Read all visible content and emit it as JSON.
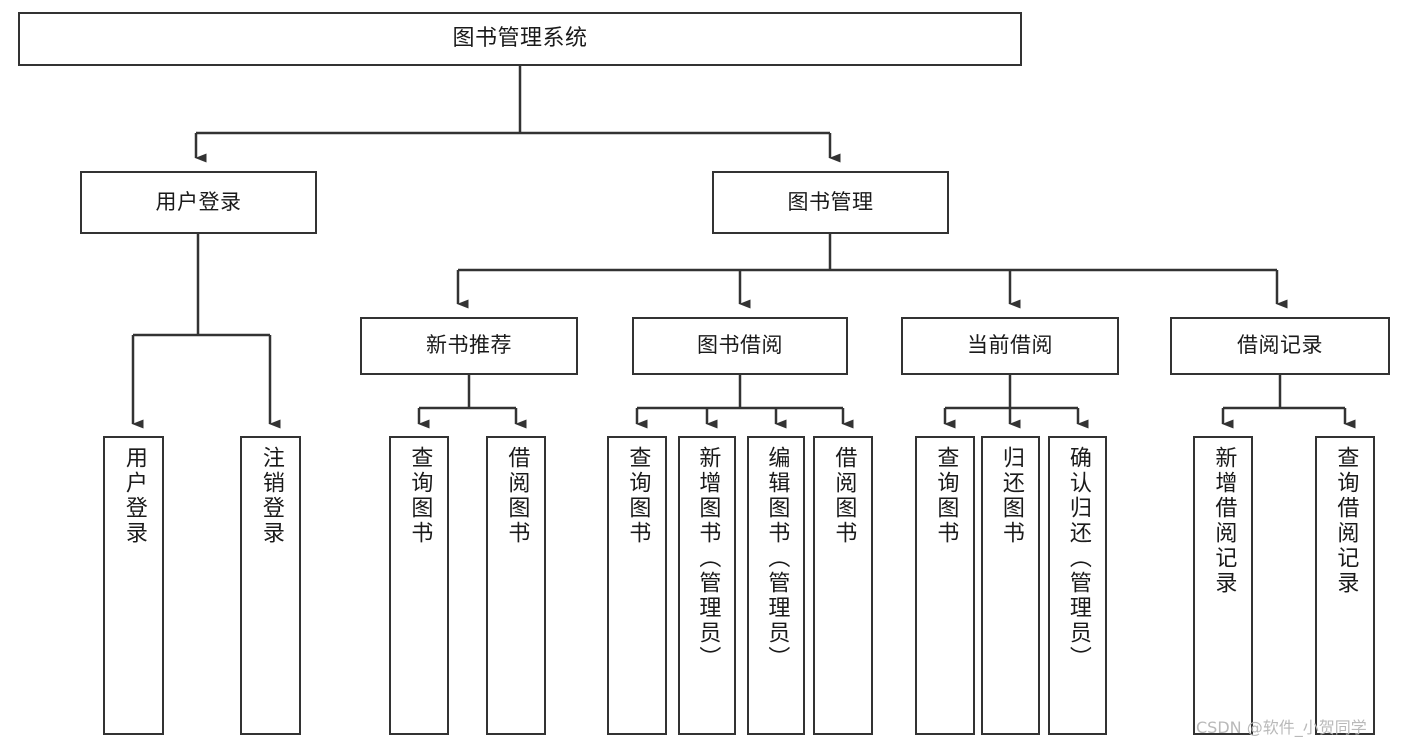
{
  "diagram": {
    "title": "图书管理系统",
    "type": "tree-hierarchy",
    "orientation": "top-down",
    "colors": {
      "box_border": "#333333",
      "box_fill": "#ffffff",
      "edge": "#333333",
      "text": "#1a1a1a",
      "watermark": "#b9b9b9",
      "background": "#ffffff"
    },
    "watermark": "CSDN @软件_小贺同学",
    "root": {
      "label": "图书管理系统"
    },
    "level2": [
      {
        "label": "用户登录"
      },
      {
        "label": "图书管理"
      }
    ],
    "level3": [
      {
        "label": "新书推荐"
      },
      {
        "label": "图书借阅"
      },
      {
        "label": "当前借阅"
      },
      {
        "label": "借阅记录"
      }
    ],
    "leaves": {
      "user_login": [
        {
          "label": "用户登录"
        },
        {
          "label": "注销登录"
        }
      ],
      "new_book_recommend": [
        {
          "label": "查询图书"
        },
        {
          "label": "借阅图书"
        }
      ],
      "book_borrow": [
        {
          "label": "查询图书"
        },
        {
          "label": "新增图书（管理员）"
        },
        {
          "label": "编辑图书（管理员）"
        },
        {
          "label": "借阅图书"
        }
      ],
      "current_borrow": [
        {
          "label": "查询图书"
        },
        {
          "label": "归还图书"
        },
        {
          "label": "确认归还（管理员）"
        }
      ],
      "borrow_record": [
        {
          "label": "新增借阅记录"
        },
        {
          "label": "查询借阅记录"
        }
      ]
    }
  }
}
